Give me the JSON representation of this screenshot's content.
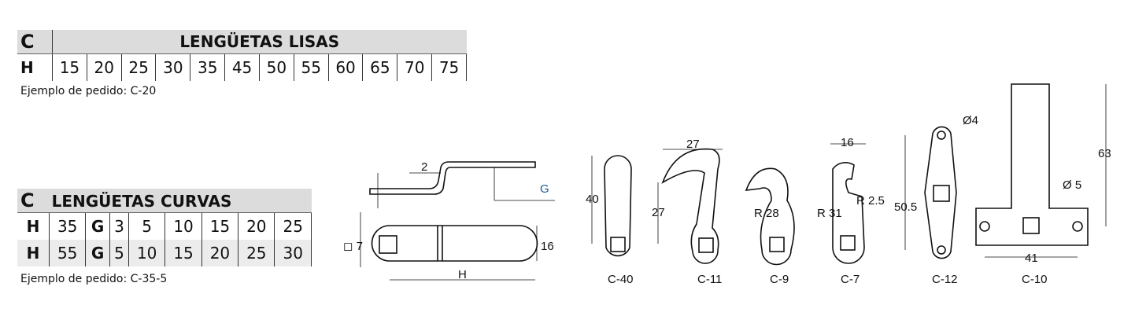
{
  "lisas": {
    "code": "C",
    "title": "LENGÜETAS LISAS",
    "row_label": "H",
    "values": [
      "15",
      "20",
      "25",
      "30",
      "35",
      "45",
      "50",
      "55",
      "60",
      "65",
      "70",
      "75"
    ],
    "example": "Ejemplo de pedido: C-20"
  },
  "curvas": {
    "code": "C",
    "title": "LENGÜETAS CURVAS",
    "rows": [
      {
        "h_label": "H",
        "h": "35",
        "g_label": "G",
        "g": [
          "3",
          "5",
          "10",
          "15",
          "20",
          "25"
        ]
      },
      {
        "h_label": "H",
        "h": "55",
        "g_label": "G",
        "g": [
          "5",
          "10",
          "15",
          "20",
          "25",
          "30"
        ]
      }
    ],
    "example": "Ejemplo de pedido: C-35-5"
  },
  "drawings": {
    "main": {
      "dim_thickness": "2",
      "dim_g": "G",
      "dim_square": "◻ 7",
      "dim_width": "16",
      "dim_h": "H"
    },
    "c40": {
      "label": "C-40",
      "dim_h": "40"
    },
    "c11": {
      "label": "C-11",
      "dim_w": "27",
      "dim_h": "27"
    },
    "c9": {
      "label": "C-9",
      "dim_r": "R 28"
    },
    "c7": {
      "label": "C-7",
      "dim_w": "16",
      "dim_r": "R 31",
      "dim_r2": "R 2.5"
    },
    "c12": {
      "label": "C-12",
      "dim_hole": "Ø4",
      "dim_h": "50.5"
    },
    "c10": {
      "label": "C-10",
      "dim_h": "63",
      "dim_hole": "Ø 5",
      "dim_w": "41"
    }
  }
}
